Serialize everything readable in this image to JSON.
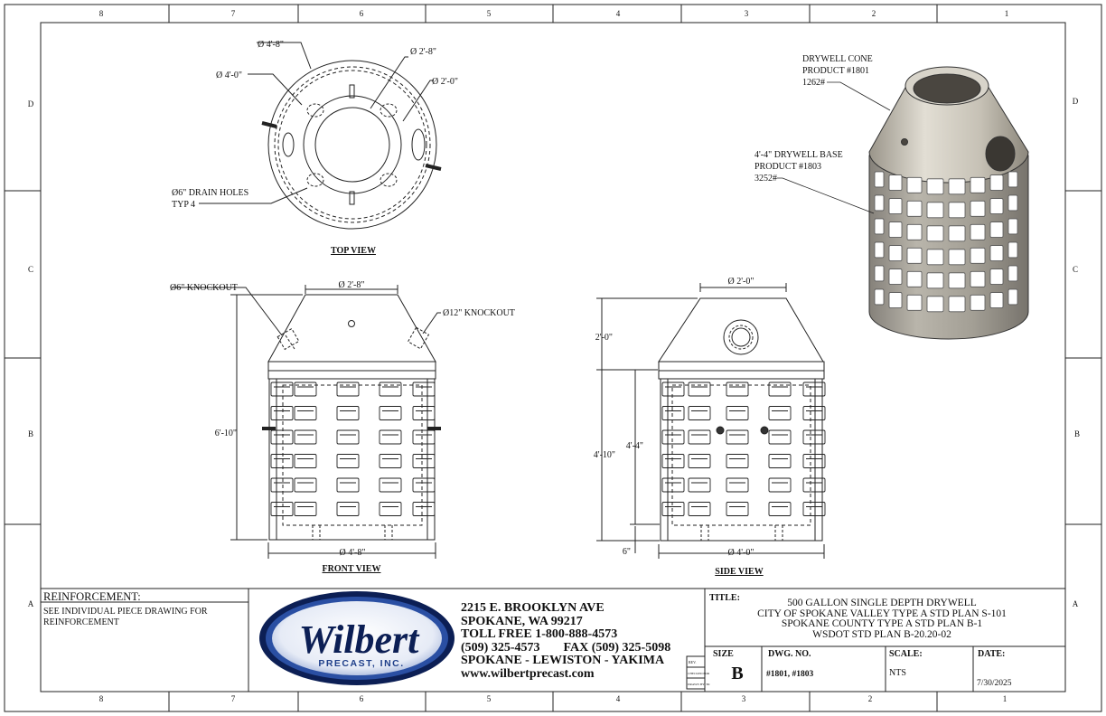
{
  "border": {
    "columns_top": [
      "8",
      "7",
      "6",
      "5",
      "4",
      "3",
      "2",
      "1"
    ],
    "columns_bottom": [
      "8",
      "7",
      "6",
      "5",
      "4",
      "3",
      "2",
      "1"
    ],
    "rows_left": [
      "D",
      "C",
      "B",
      "A"
    ],
    "rows_right": [
      "D",
      "C",
      "B",
      "A"
    ]
  },
  "top_view": {
    "title": "TOP VIEW",
    "callouts": {
      "outer": "Ø 4'-8\"",
      "inner_left": "Ø 4'-0\"",
      "opening_top": "Ø 2'-8\"",
      "opening_right": "Ø 2'-0\"",
      "drain_line1": "Ø6\" DRAIN HOLES",
      "drain_line2": "TYP 4"
    }
  },
  "front_view": {
    "title": "FRONT VIEW",
    "callouts": {
      "knockout6": "Ø6\" KNOCKOUT",
      "knockout12": "Ø12\" KNOCKOUT",
      "top_dia": "Ø 2'-8\"",
      "height": "6'-10\"",
      "base_dia": "Ø 4'-8\""
    }
  },
  "side_view": {
    "title": "SIDE VIEW",
    "callouts": {
      "top_dia": "Ø 2'-0\"",
      "cone_h": "2'-0\"",
      "total_h": "4'-10\"",
      "base_h": "4'-4\"",
      "bottom_h": "6\"",
      "base_dia": "Ø 4'-0\""
    }
  },
  "iso_view": {
    "cone_line1": "DRYWELL CONE",
    "cone_line2": "PRODUCT #1801",
    "cone_line3": "1262#",
    "base_line1": "4'-4\" DRYWELL BASE",
    "base_line2": "PRODUCT #1803",
    "base_line3": "3252#"
  },
  "title_block": {
    "reinforcement_header": "REINFORCEMENT:",
    "reinforcement_line1": "SEE INDIVIDUAL PIECE DRAWING FOR",
    "reinforcement_line2": "REINFORCEMENT",
    "logo_main": "Wilbert",
    "logo_sub": "PRECAST, INC.",
    "address": {
      "line1": "2215 E. BROOKLYN AVE",
      "line2": "SPOKANE, WA 99217",
      "line3": "TOLL FREE 1-800-888-4573",
      "line4_phone": "(509) 325-4573",
      "line4_fax": "FAX (509) 325-5098",
      "line5": "SPOKANE - LEWISTON - YAKIMA",
      "line6": "www.wilbertprecast.com"
    },
    "small_boxes": [
      "REV.",
      "CHECKED FOR",
      "DRAWN BY: TR"
    ],
    "title_label": "TITLE:",
    "title_lines": [
      "500 GALLON SINGLE DEPTH DRYWELL",
      "CITY OF SPOKANE VALLEY TYPE A STD PLAN S-101",
      "SPOKANE COUNTY TYPE A STD PLAN B-1",
      "WSDOT STD PLAN B-20.20-02"
    ],
    "size_label": "SIZE",
    "size_value": "B",
    "dwg_label": "DWG.  NO.",
    "dwg_value": "#1801, #1803",
    "scale_label": "SCALE:",
    "scale_value": "NTS",
    "date_label": "DATE:",
    "date_value": "7/30/2025"
  },
  "colors": {
    "line": "#222222",
    "logo_blue": "#1f3f8a",
    "logo_dark": "#0c1f55",
    "concrete": "#c9c4b8",
    "concrete_dark": "#8f8a80"
  }
}
